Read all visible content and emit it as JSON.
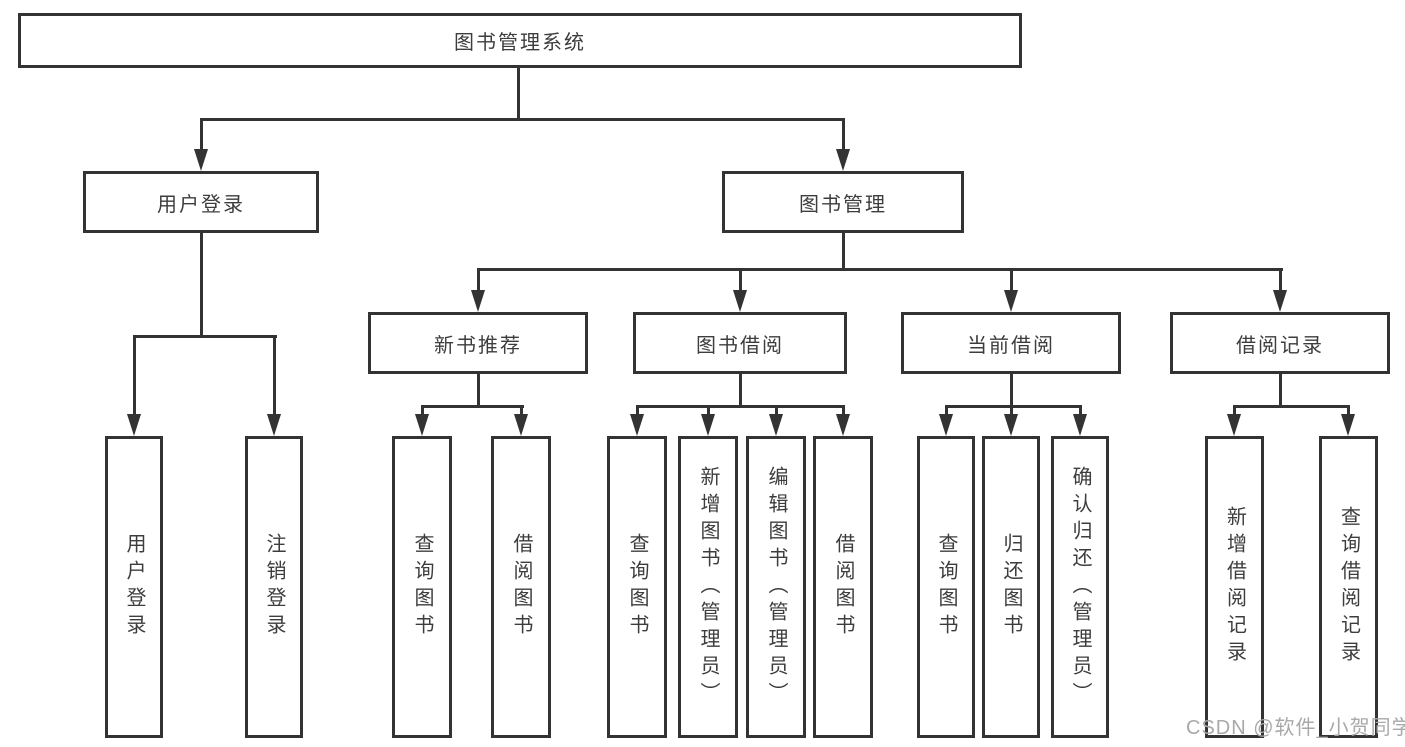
{
  "diagram": {
    "type": "tree",
    "root": {
      "label": "图书管理系统",
      "children": [
        {
          "label": "用户登录",
          "children": [
            {
              "label": "用户登录"
            },
            {
              "label": "注销登录"
            }
          ]
        },
        {
          "label": "图书管理",
          "children": [
            {
              "label": "新书推荐",
              "children": [
                {
                  "label": "查询图书"
                },
                {
                  "label": "借阅图书"
                }
              ]
            },
            {
              "label": "图书借阅",
              "children": [
                {
                  "label": "查询图书"
                },
                {
                  "label": "新增图书（管理员）"
                },
                {
                  "label": "编辑图书（管理员）"
                },
                {
                  "label": "借阅图书"
                }
              ]
            },
            {
              "label": "当前借阅",
              "children": [
                {
                  "label": "查询图书"
                },
                {
                  "label": "归还图书"
                },
                {
                  "label": "确认归还（管理员）"
                }
              ]
            },
            {
              "label": "借阅记录",
              "children": [
                {
                  "label": "新增借阅记录"
                },
                {
                  "label": "查询借阅记录"
                }
              ]
            }
          ]
        }
      ]
    },
    "watermark": {
      "text": "CSDN @软件_小贺同学"
    },
    "colors": {
      "line": "#333333",
      "text": "#3d3d3d",
      "watermark": "#a9a9a9",
      "background": "#ffffff"
    }
  }
}
